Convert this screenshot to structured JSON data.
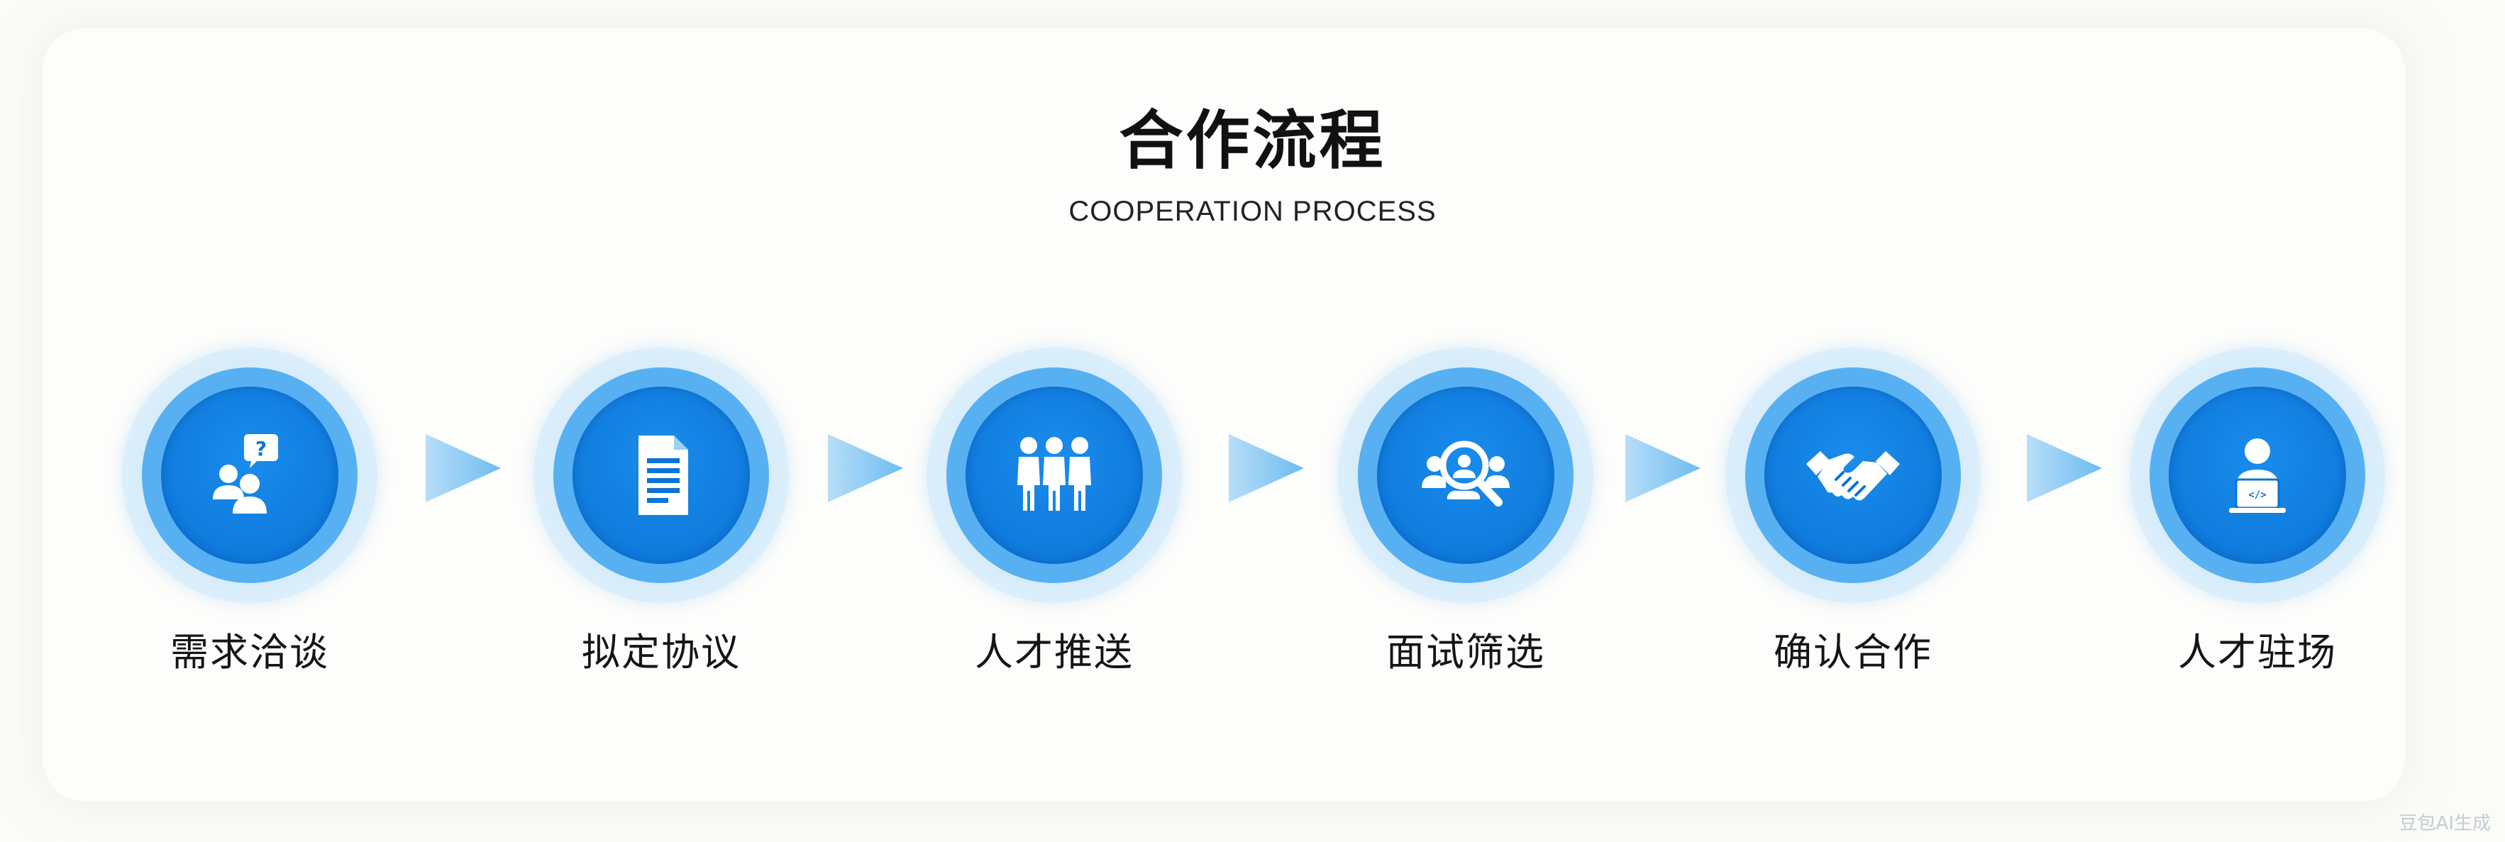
{
  "title": "合作流程",
  "subtitle": "COOPERATION PROCESS",
  "steps": [
    {
      "label": "需求洽谈",
      "icon": "consultation-icon"
    },
    {
      "label": "拟定协议",
      "icon": "document-icon"
    },
    {
      "label": "人才推送",
      "icon": "team-icon"
    },
    {
      "label": "面试筛选",
      "icon": "search-people-icon"
    },
    {
      "label": "确认合作",
      "icon": "handshake-icon"
    },
    {
      "label": "人才驻场",
      "icon": "person-laptop-icon"
    }
  ],
  "colors": {
    "accent": "#0a73d6",
    "ring": "#57b0f1",
    "halo": "#d7ecfb",
    "arrow": "#8fccf3"
  },
  "watermark": "豆包AI生成"
}
